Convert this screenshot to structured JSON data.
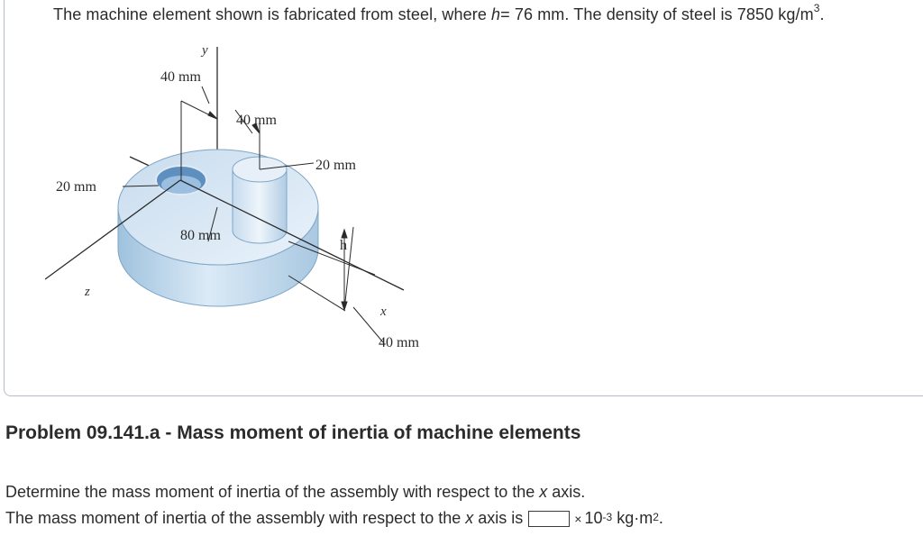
{
  "problem": {
    "statement_before_h": "The machine element shown is fabricated from steel, where",
    "var_h": "h",
    "statement_after_h": "= 76 mm. The density of steel is 7850 kg/m",
    "statement_exp": "3",
    "statement_end": "."
  },
  "figure": {
    "labels": {
      "dim_40_top": "40 mm",
      "dim_40_mid": "40 mm",
      "dim_20_right": "20 mm",
      "dim_20_left": "20 mm",
      "dim_80": "80 mm",
      "dim_h": "h",
      "dim_40_bottom": "40 mm",
      "axis_x": "x",
      "axis_y": "y",
      "axis_z": "z"
    }
  },
  "section": {
    "title": "Problem 09.141.a - Mass moment of inertia of machine elements"
  },
  "question": {
    "prompt_before_x": "Determine the mass moment of inertia of the assembly with respect to the",
    "var_x": "x",
    "prompt_after_x": "axis.",
    "answer_before_x": "The mass moment of inertia of the assembly with respect to the",
    "answer_after_x": "axis is",
    "answer_value": "",
    "times": "×",
    "power_base": "10",
    "power_exp": "-3",
    "unit": "kg·m",
    "unit_exp": "2",
    "unit_end": "."
  },
  "colors": {
    "disk_light": "#e3eff9",
    "disk_mid": "#b9d4ea",
    "disk_dark": "#8fb6d6",
    "border": "#b5bec8"
  }
}
